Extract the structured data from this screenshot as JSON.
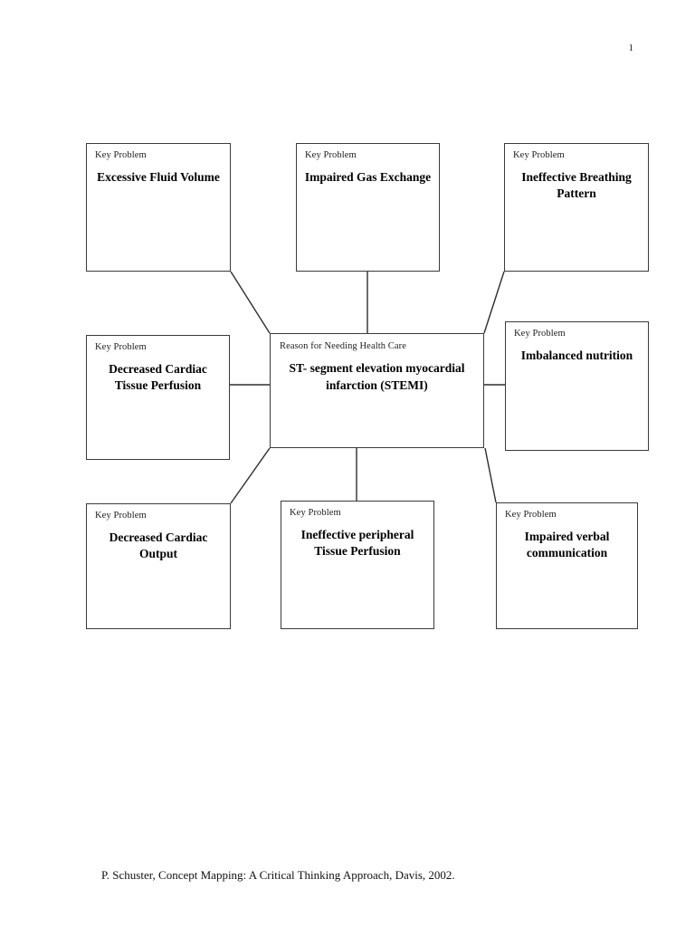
{
  "document": {
    "page_number": "1",
    "citation": "P. Schuster, Concept Mapping: A Critical Thinking Approach, Davis, 2002."
  },
  "labels": {
    "key_problem": "Key Problem",
    "reason": "Reason for Needing Health Care"
  },
  "center_node": {
    "label": "Reason for Needing Health Care",
    "title": "ST- segment elevation myocardial infarction (STEMI)"
  },
  "nodes": [
    {
      "id": "excessive-fluid-volume",
      "label": "Key Problem",
      "title": "Excessive Fluid Volume"
    },
    {
      "id": "impaired-gas-exchange",
      "label": "Key Problem",
      "title": "Impaired Gas Exchange"
    },
    {
      "id": "ineffective-breathing-pattern",
      "label": "Key Problem",
      "title": "Ineffective Breathing Pattern"
    },
    {
      "id": "decreased-cardiac-tissue-perfusion",
      "label": "Key Problem",
      "title": "Decreased Cardiac Tissue Perfusion"
    },
    {
      "id": "imbalanced-nutrition",
      "label": "Key Problem",
      "title": "Imbalanced nutrition"
    },
    {
      "id": "decreased-cardiac-output",
      "label": "Key Problem",
      "title": "Decreased Cardiac Output"
    },
    {
      "id": "ineffective-peripheral-tissue-perfusion",
      "label": "Key Problem",
      "title": "Ineffective peripheral Tissue Perfusion"
    },
    {
      "id": "impaired-verbal-communication",
      "label": "Key Problem",
      "title": "Impaired verbal communication"
    }
  ],
  "colors": {
    "border": "#3a3a3a",
    "line": "#2e2e2e",
    "background": "#ffffff",
    "text": "#000000"
  }
}
